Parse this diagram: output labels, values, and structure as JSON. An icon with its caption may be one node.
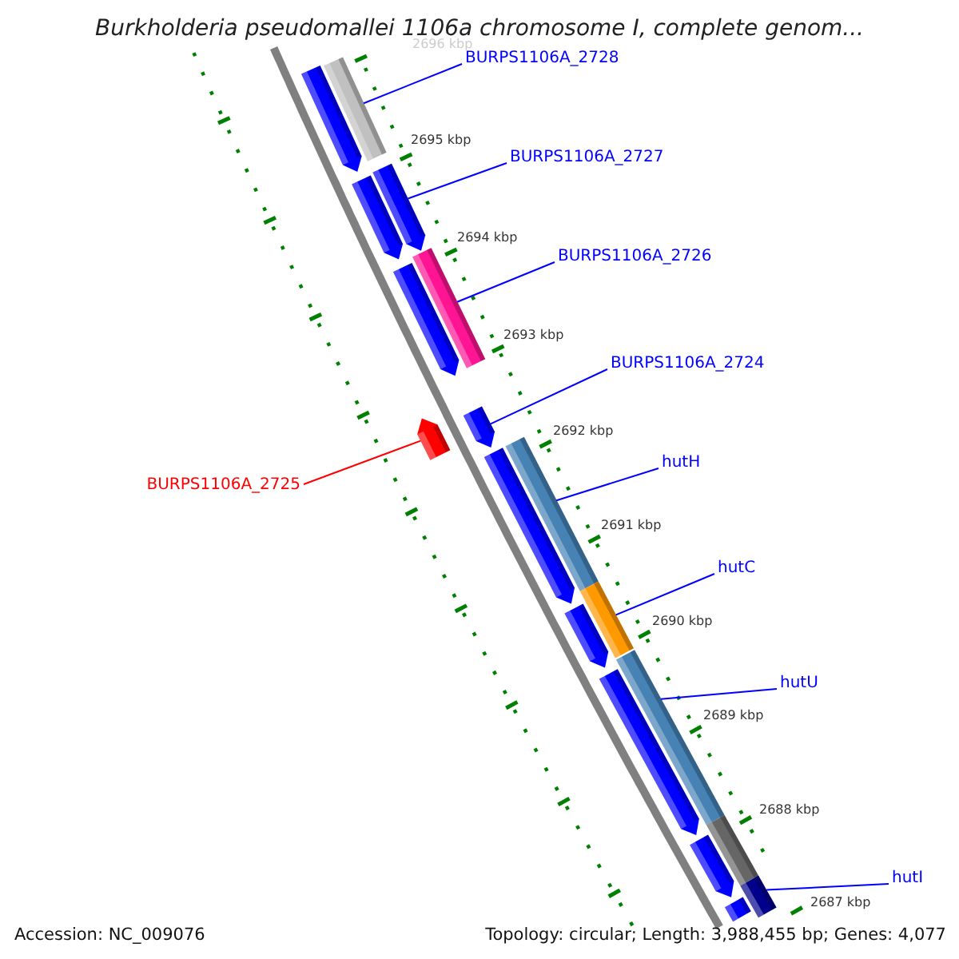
{
  "diagram": {
    "title": "Burkholderia pseudomallei 1106a chromosome I, complete genom...",
    "nodes": [
      {
        "text": [
          "BURPS1106A_2728"
        ]
      },
      {
        "text": [
          "BURPS1106A_2727"
        ]
      },
      {
        "text": [
          "BURPS1106A_2726"
        ]
      },
      {
        "text": [
          "BURPS1106A_2724"
        ]
      },
      {
        "text": [
          "BURPS1106A_2725"
        ]
      },
      {
        "text": [
          "hutH"
        ]
      },
      {
        "text": [
          "hutC"
        ]
      },
      {
        "text": [
          "hutU"
        ]
      },
      {
        "text": [
          "hutI"
        ]
      },
      {
        "text": [],
        "shape": "bar"
      },
      {
        "text": [],
        "shape": "bar"
      },
      {
        "text": [],
        "shape": "bar"
      },
      {
        "text": [],
        "shape": "bar"
      },
      {
        "text": [],
        "shape": "bar"
      },
      {
        "text": [],
        "shape": "bar"
      },
      {
        "text": [],
        "shape": "bar"
      },
      {
        "text": [],
        "shape": "bar"
      },
      {
        "text": [],
        "shape": "bar"
      },
      {
        "text": [],
        "shape": "bar"
      },
      {
        "text": [],
        "shape": "bar"
      },
      {
        "text": [],
        "shape": "bar"
      },
      {
        "text": [],
        "shape": "bar"
      },
      {
        "text": [],
        "shape": "bar"
      },
      {
        "text": [],
        "shape": "bar"
      },
      {
        "text": [],
        "shape": "bar"
      },
      {
        "text": [],
        "shape": "bar"
      },
      {
        "text": [],
        "shape": "bar"
      }
    ],
    "edges": [
      {
        "from": 0,
        "to": 10,
        "arrow": "none"
      },
      {
        "from": 1,
        "to": 12,
        "arrow": "none"
      },
      {
        "from": 2,
        "to": 14,
        "arrow": "none"
      },
      {
        "from": 3,
        "to": 16,
        "arrow": "none"
      },
      {
        "from": 4,
        "to": 15,
        "arrow": "none",
        "color": "#ff0000"
      },
      {
        "from": 5,
        "to": 18,
        "arrow": "none"
      },
      {
        "from": 6,
        "to": 19,
        "arrow": "none"
      },
      {
        "from": 7,
        "to": 21,
        "arrow": "none"
      },
      {
        "from": 8,
        "to": 25,
        "arrow": "none"
      }
    ],
    "labels": [
      "2696 kbp",
      "2695 kbp",
      "2694 kbp",
      "2693 kbp",
      "2692 kbp",
      "2691 kbp",
      "2690 kbp",
      "2689 kbp",
      "2688 kbp",
      "2687 kbp",
      "Accession: NC_009076",
      "Topology: circular; Length: 3,988,455 bp; Genes: 4,077"
    ]
  }
}
